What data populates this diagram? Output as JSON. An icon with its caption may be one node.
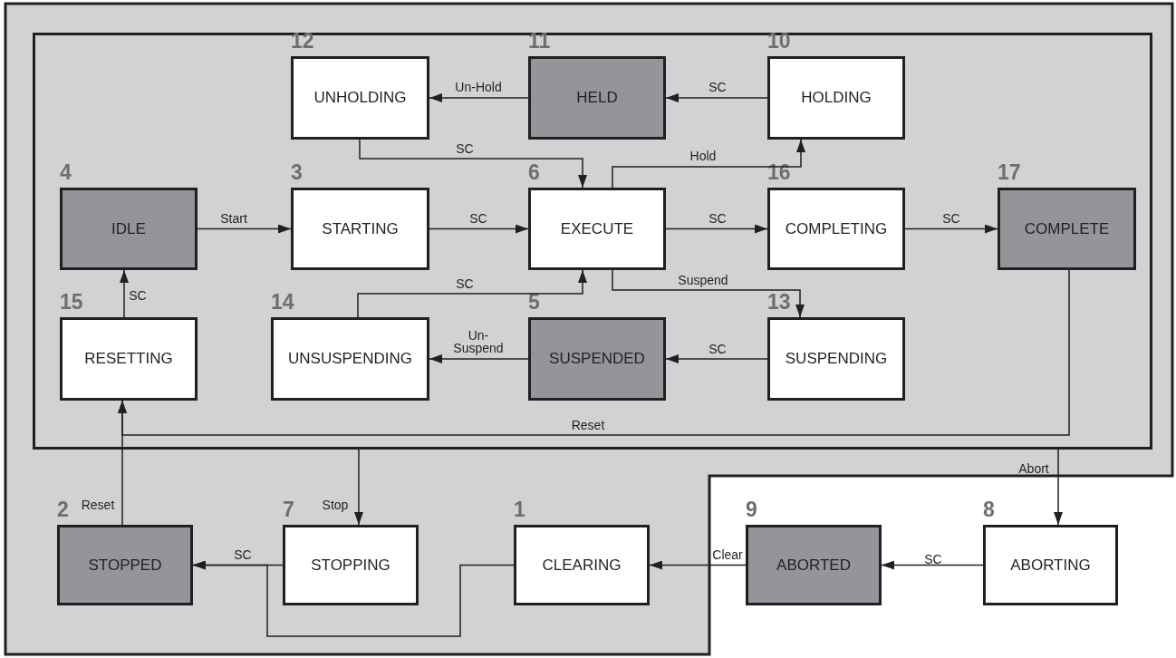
{
  "diagram": {
    "nodes": [
      {
        "text": [],
        "shape": "box"
      },
      {
        "text": [
          "12",
          "UNHOLDING"
        ],
        "in": 0
      },
      {
        "text": [
          "11",
          "HELD"
        ],
        "in": 0
      },
      {
        "text": [
          "10",
          "HOLDING"
        ],
        "in": 0
      },
      {
        "text": [
          "4",
          "IDLE"
        ],
        "in": 0
      },
      {
        "text": [
          "3",
          "STARTING"
        ],
        "in": 0
      },
      {
        "text": [
          "6",
          "EXECUTE"
        ],
        "in": 0
      },
      {
        "text": [
          "16",
          "COMPLETING"
        ],
        "in": 0
      },
      {
        "text": [
          "17",
          "COMPLETE"
        ],
        "in": 0
      },
      {
        "text": [
          "15",
          "RESETTING"
        ],
        "in": 0
      },
      {
        "text": [
          "14",
          "UNSUSPENDING"
        ],
        "in": 0
      },
      {
        "text": [
          "5",
          "SUSPENDED"
        ],
        "in": 0
      },
      {
        "text": [
          "13",
          "SUSPENDING"
        ],
        "in": 0
      },
      {
        "text": [
          "2",
          "STOPPED"
        ]
      },
      {
        "text": [
          "7",
          "STOPPING"
        ]
      },
      {
        "text": [
          "1",
          "CLEARING"
        ]
      },
      {
        "text": [
          "9",
          "ABORTED"
        ]
      },
      {
        "text": [
          "8",
          "ABORTING"
        ]
      }
    ],
    "edges": [
      {
        "from": 2,
        "to": 1,
        "arrow": "to",
        "label": "Un-Hold"
      },
      {
        "from": 3,
        "to": 2,
        "arrow": "to",
        "label": "SC"
      },
      {
        "from": 1,
        "to": 6,
        "arrow": "to",
        "label": "SC"
      },
      {
        "from": 6,
        "to": 3,
        "arrow": "to",
        "label": "Hold"
      },
      {
        "from": 4,
        "to": 5,
        "arrow": "to",
        "label": "Start"
      },
      {
        "from": 5,
        "to": 6,
        "arrow": "to",
        "label": "SC"
      },
      {
        "from": 6,
        "to": 7,
        "arrow": "to",
        "label": "SC"
      },
      {
        "from": 7,
        "to": 8,
        "arrow": "to",
        "label": "SC"
      },
      {
        "from": 9,
        "to": 4,
        "arrow": "to",
        "label": "SC"
      },
      {
        "from": 10,
        "to": 6,
        "arrow": "to",
        "label": "SC"
      },
      {
        "from": 6,
        "to": 12,
        "arrow": "to",
        "label": "Suspend"
      },
      {
        "from": 11,
        "to": 10,
        "arrow": "to",
        "label": "Un- Suspend"
      },
      {
        "from": 12,
        "to": 11,
        "arrow": "to",
        "label": "SC"
      },
      {
        "from": 8,
        "to": 9,
        "arrow": "to",
        "label": "Reset"
      },
      {
        "from": 13,
        "to": 9,
        "arrow": "to",
        "label": "Reset"
      },
      {
        "from": 0,
        "to": 14,
        "arrow": "to",
        "label": "Stop"
      },
      {
        "from": 14,
        "to": 13,
        "arrow": "to",
        "label": "SC"
      },
      {
        "from": 15,
        "to": 13,
        "arrow": "to"
      },
      {
        "from": 16,
        "to": 15,
        "arrow": "to",
        "label": "Clear"
      },
      {
        "from": 17,
        "to": 16,
        "arrow": "to",
        "label": "SC"
      },
      {
        "from": 0,
        "to": 17,
        "arrow": "to",
        "label": "Abort"
      }
    ]
  }
}
